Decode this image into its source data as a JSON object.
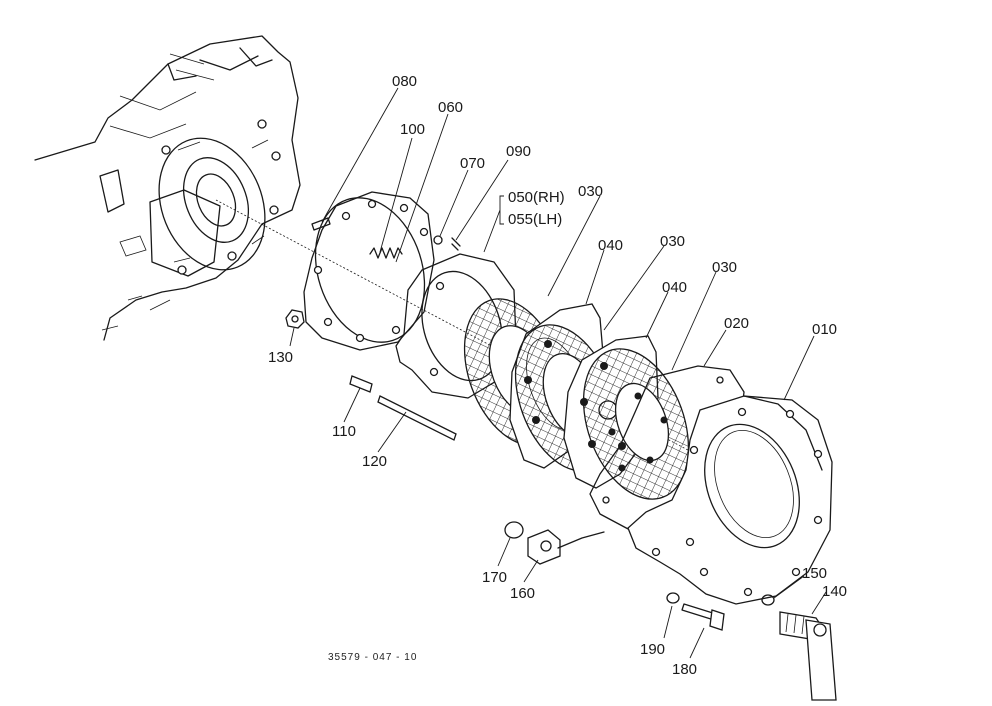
{
  "diagram": {
    "part_labels": [
      "080",
      "060",
      "100",
      "070",
      "090",
      "050(RH)",
      "055(LH)",
      "030",
      "040",
      "030",
      "040",
      "030",
      "020",
      "010",
      "130",
      "110",
      "120",
      "170",
      "160",
      "150",
      "140",
      "190",
      "180"
    ],
    "drawing_number": "35579 - 047 - 10",
    "ink_color": "#1a1a1a",
    "background_color": "#ffffff"
  }
}
